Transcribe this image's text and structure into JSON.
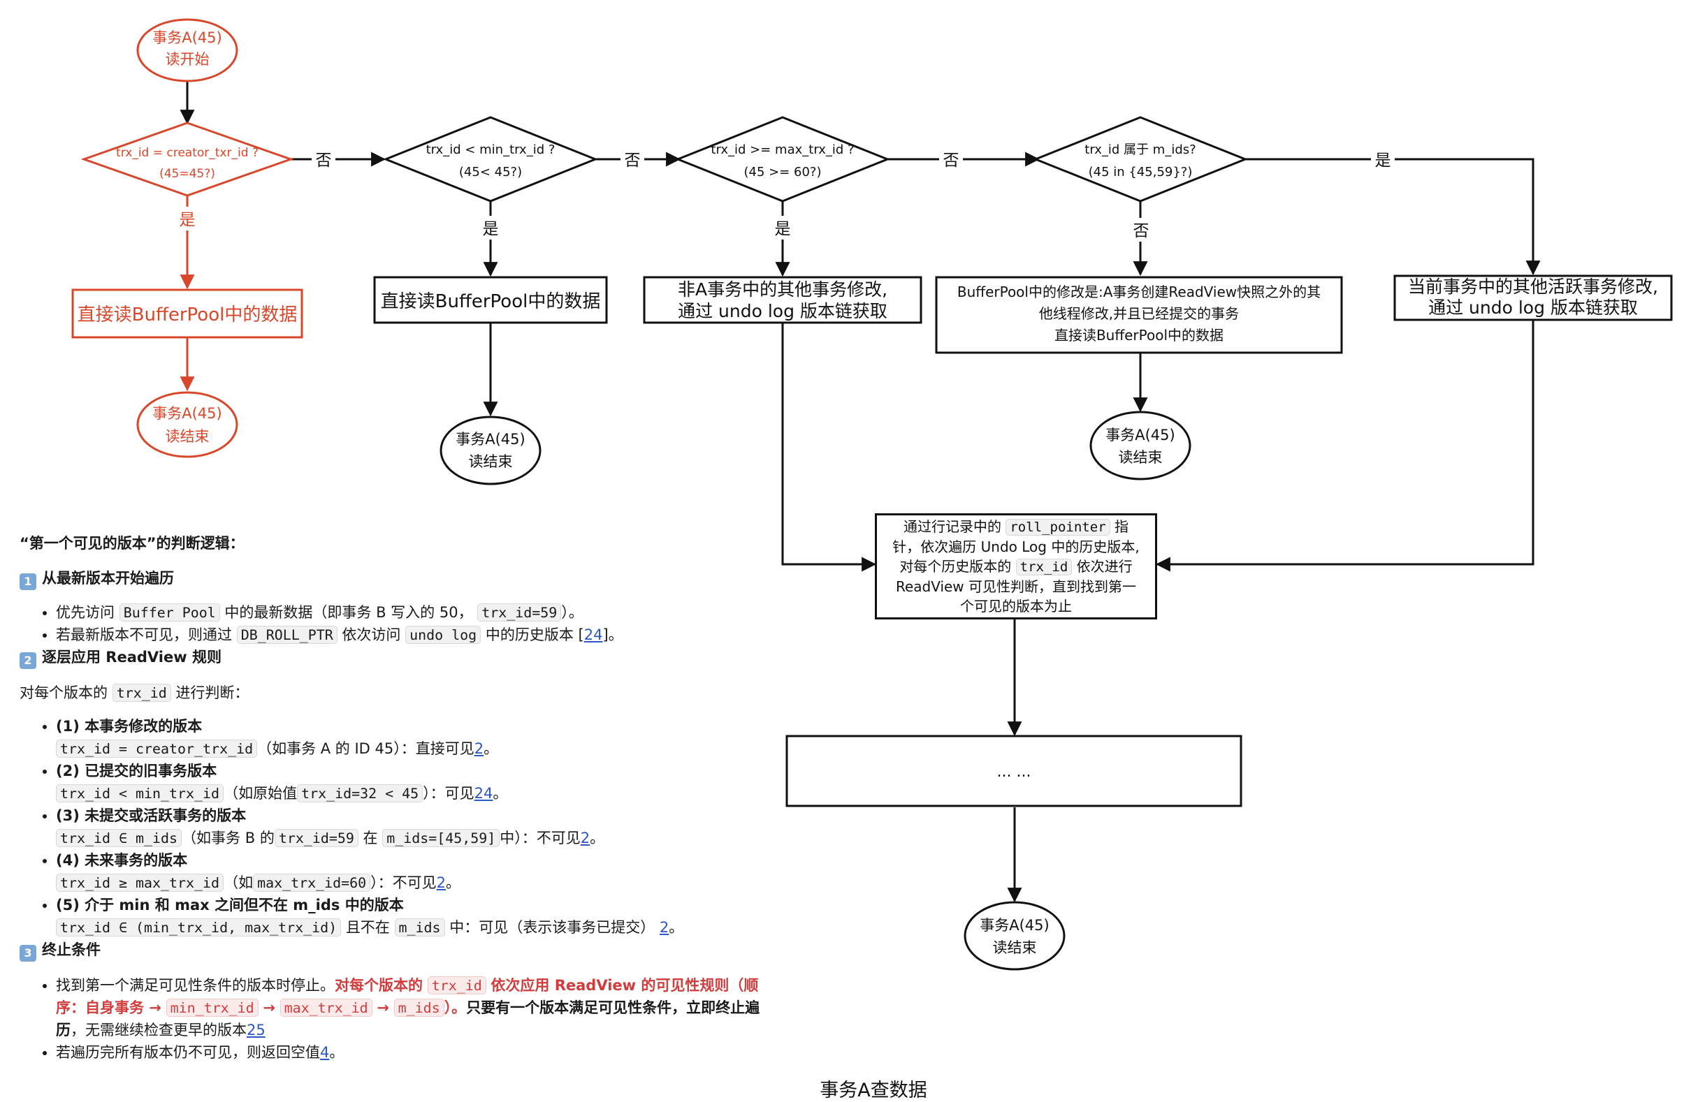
{
  "flowchart": {
    "start": {
      "line1": "事务A(45)",
      "line2": "读开始"
    },
    "decisions": {
      "d1": {
        "line1": "trx_id = creator_txr_id ?",
        "line2": "(45=45?)"
      },
      "d2": {
        "line1": "trx_id < min_trx_id ?",
        "line2": "(45< 45?)"
      },
      "d3": {
        "line1": "trx_id >= max_trx_id ?",
        "line2": "(45 >= 60?)"
      },
      "d4": {
        "line1": "trx_id 属于 m_ids?",
        "line2": "(45 in {45,59}?)"
      }
    },
    "edge_labels": {
      "yes": "是",
      "no": "否"
    },
    "processes": {
      "p1": "直接读BufferPool中的数据",
      "p2": "直接读BufferPool中的数据",
      "p3": {
        "line1": "非A事务中的其他事务修改,",
        "line2": "通过 undo log 版本链获取"
      },
      "p4": {
        "line1": "BufferPool中的修改是:A事务创建ReadView快照之外的其",
        "line2": "他线程修改,并且已经提交的事务",
        "line3": "直接读BufferPool中的数据"
      },
      "p5": {
        "line1": "当前事务中的其他活跃事务修改,",
        "line2": "通过 undo log 版本链获取"
      },
      "p6": {
        "t1": "通过行记录中的",
        "c1": "roll_pointer",
        "t2": "指",
        "t3": "针，依次遍历 Undo Log 中的历史版本,",
        "t4": "对每个历史版本的",
        "c2": "trx_id",
        "t5": "依次进行",
        "t6": "ReadView 可见性判断，直到找到第一",
        "t7": "个可见的版本为止"
      },
      "p7": "... ..."
    },
    "ends": {
      "e1": {
        "line1": "事务A(45)",
        "line2": "读结束"
      },
      "e2": {
        "line1": "事务A(45)",
        "line2": "读结束"
      },
      "e3": {
        "line1": "事务A(45)",
        "line2": "读结束"
      },
      "e4": {
        "line1": "事务A(45)",
        "line2": "读结束"
      }
    },
    "colors": {
      "highlight": "#d9472b",
      "default": "#111111"
    }
  },
  "notes": {
    "heading": "“第一个可见的版本”的判断逻辑：",
    "s1_badge": "1",
    "s1_title": "从最新版本开始遍历",
    "s1_b1_t1": "优先访问",
    "s1_b1_c1": "Buffer Pool",
    "s1_b1_t2": "中的最新数据（即事务 B 写入的 50，",
    "s1_b1_c2": "trx_id=59",
    "s1_b1_t3": "）。",
    "s1_b2_t1": "若最新版本不可见，则通过",
    "s1_b2_c1": "DB_ROLL_PTR",
    "s1_b2_t2": "依次访问",
    "s1_b2_c2": "undo log",
    "s1_b2_t3": "中的历史版本 [",
    "s1_b2_link": "24",
    "s1_b2_t4": "]。",
    "s2_badge": "2",
    "s2_title": "逐层应用 ReadView 规则",
    "s2_intro_t1": "对每个版本的",
    "s2_intro_c1": "trx_id",
    "s2_intro_t2": "进行判断：",
    "r1_title": "(1) 本事务修改的版本",
    "r1_code": "trx_id = creator_trx_id",
    "r1_t1": "（如事务 A 的 ID 45）：直接可见",
    "r1_link": "2",
    "r1_t2": "。",
    "r2_title": "(2) 已提交的旧事务版本",
    "r2_code": "trx_id < min_trx_id",
    "r2_t1": "（如原始值",
    "r2_c2": "trx_id=32 < 45",
    "r2_t2": "）：可见",
    "r2_link": "24",
    "r2_t3": "。",
    "r3_title": "(3) 未提交或活跃事务的版本",
    "r3_code": "trx_id ∈ m_ids",
    "r3_t1": "（如事务 B 的",
    "r3_c2": "trx_id=59",
    "r3_t2": "在",
    "r3_c3": "m_ids=[45,59]",
    "r3_t3": "中）：不可见",
    "r3_link": "2",
    "r3_t4": "。",
    "r4_title": "(4) 未来事务的版本",
    "r4_code": "trx_id ≥ max_trx_id",
    "r4_t1": "（如",
    "r4_c2": "max_trx_id=60",
    "r4_t2": "）：不可见",
    "r4_link": "2",
    "r4_t3": "。",
    "r5_title": "(5) 介于 min 和 max 之间但不在 m_ids 中的版本",
    "r5_code": "trx_id ∈ (min_trx_id, max_trx_id)",
    "r5_t1": "且不在",
    "r5_c2": "m_ids",
    "r5_t2": "中：可见（表示该事务已提交）",
    "r5_link": "2",
    "r5_t3": "。",
    "s3_badge": "3",
    "s3_title": "终止条件",
    "s3_b1_t1": "找到第一个满足可见性条件的版本时停止。",
    "s3_b1_r1": "对每个版本的",
    "s3_b1_rc1": "trx_id",
    "s3_b1_r2": "依次应用 ReadView 的可见性规则（顺序：自身事务 →",
    "s3_b1_rc2": "min_trx_id",
    "s3_b1_r3": "→",
    "s3_b1_rc3": "max_trx_id",
    "s3_b1_r4": "→",
    "s3_b1_rc4": "m_ids",
    "s3_b1_r5": "）。",
    "s3_b1_b1": "只要有一个版本满足可见性条件，立即终止遍历",
    "s3_b1_t2": "，无需继续检查更早的版本",
    "s3_b1_link": "25",
    "s3_b2_t1": "若遍历完所有版本仍不可见，则返回空值",
    "s3_b2_link": "4",
    "s3_b2_t2": "。"
  },
  "caption": "事务A查数据"
}
